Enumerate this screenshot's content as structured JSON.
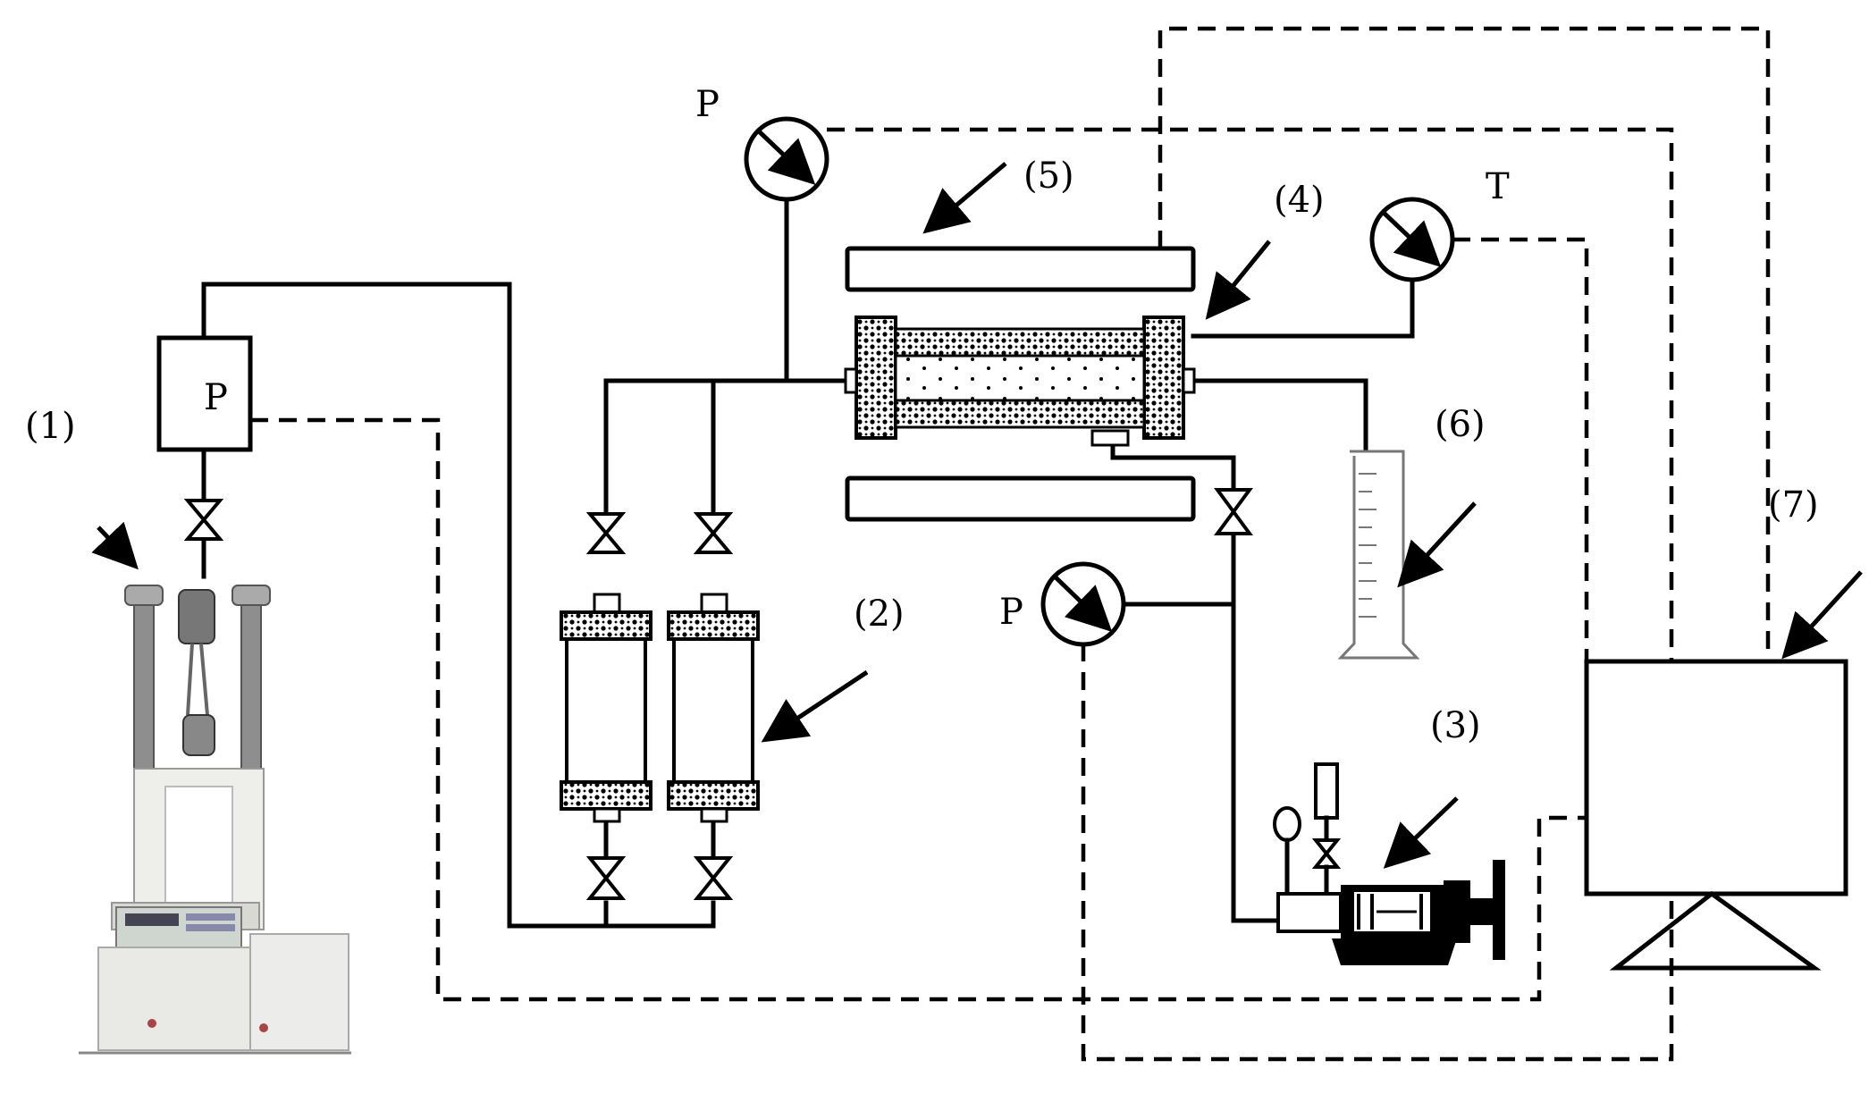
{
  "labels": {
    "n1": "(1)",
    "n2": "(2)",
    "n3": "(3)",
    "n4": "(4)",
    "n5": "(5)",
    "n6": "(6)",
    "n7": "(7)",
    "p_top": "P",
    "p_box": "P",
    "p_mid": "P",
    "t_gauge": "T"
  }
}
